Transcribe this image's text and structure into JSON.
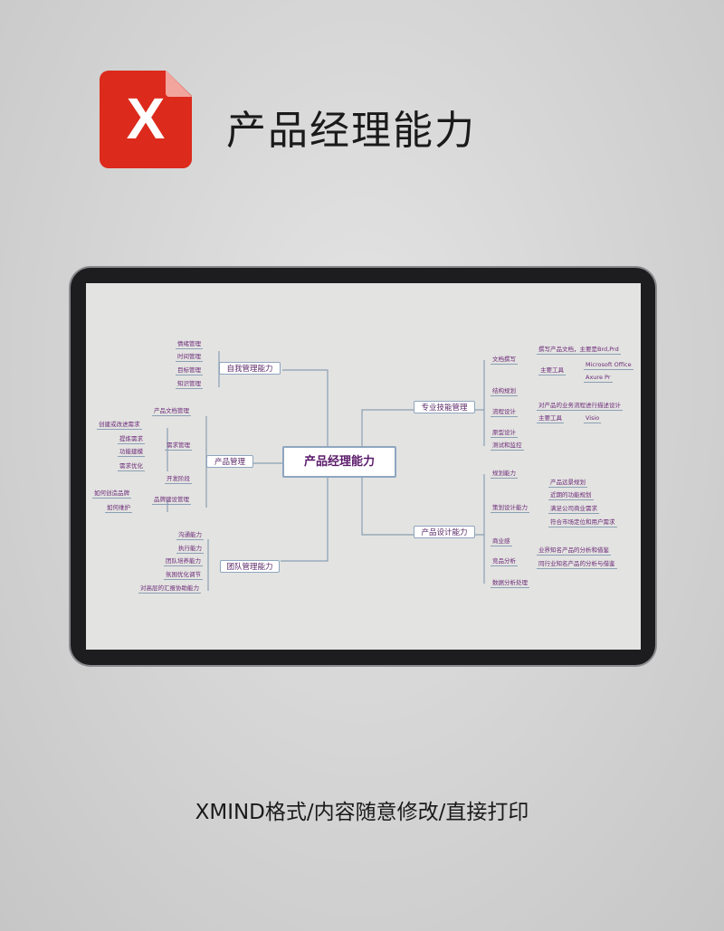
{
  "header": {
    "title": "产品经理能力",
    "logo_letter": "X",
    "brand_color": "#dc2a1c"
  },
  "footer": {
    "caption": "XMIND格式/内容随意修改/直接打印"
  },
  "mindmap": {
    "root": "产品经理能力",
    "left": [
      {
        "label": "自我管理能力",
        "children": [
          "情绪管理",
          "时间管理",
          "目标管理",
          "知识管理"
        ]
      },
      {
        "label": "产品管理",
        "children": [
          {
            "label": "产品文档管理"
          },
          {
            "label": "需求管理",
            "children": [
              "创建或改进需求",
              "提炼需求",
              "功能建模",
              "需求优化"
            ]
          },
          {
            "label": "开发阶段"
          },
          {
            "label": "品牌建设管理",
            "children": [
              "如何创造品牌",
              "如何维护"
            ]
          }
        ]
      },
      {
        "label": "团队管理能力",
        "children": [
          "沟通能力",
          "执行能力",
          "团队培养能力",
          "氛围优化调节",
          "对高层的汇报协助能力"
        ]
      }
    ],
    "right": [
      {
        "label": "专业技能管理",
        "children": [
          {
            "label": "文档撰写",
            "children": [
              "撰写产品文档，主要是Brd,Prd",
              {
                "label": "主要工具",
                "children": [
                  "Microsoft Office",
                  "Axure Pr"
                ]
              }
            ]
          },
          {
            "label": "结构规划"
          },
          {
            "label": "流程设计",
            "children": [
              "对产品的业务流程进行描述设计",
              {
                "label": "主要工具",
                "children": [
                  "Visio"
                ]
              }
            ]
          },
          {
            "label": "原型设计"
          },
          {
            "label": "测试和监控"
          }
        ]
      },
      {
        "label": "产品设计能力",
        "children": [
          {
            "label": "规划能力"
          },
          {
            "label": "策划设计能力",
            "children": [
              "产品远景规划",
              "近期的功能规划",
              "满足公司商业需求",
              "符合市场定位和用户需求"
            ]
          },
          {
            "label": "商业感"
          },
          {
            "label": "竞品分析",
            "children": [
              "业界知名产品的分析和借鉴",
              "同行业知名产品的分析与借鉴"
            ]
          },
          {
            "label": "数据分析处理"
          }
        ]
      }
    ]
  }
}
